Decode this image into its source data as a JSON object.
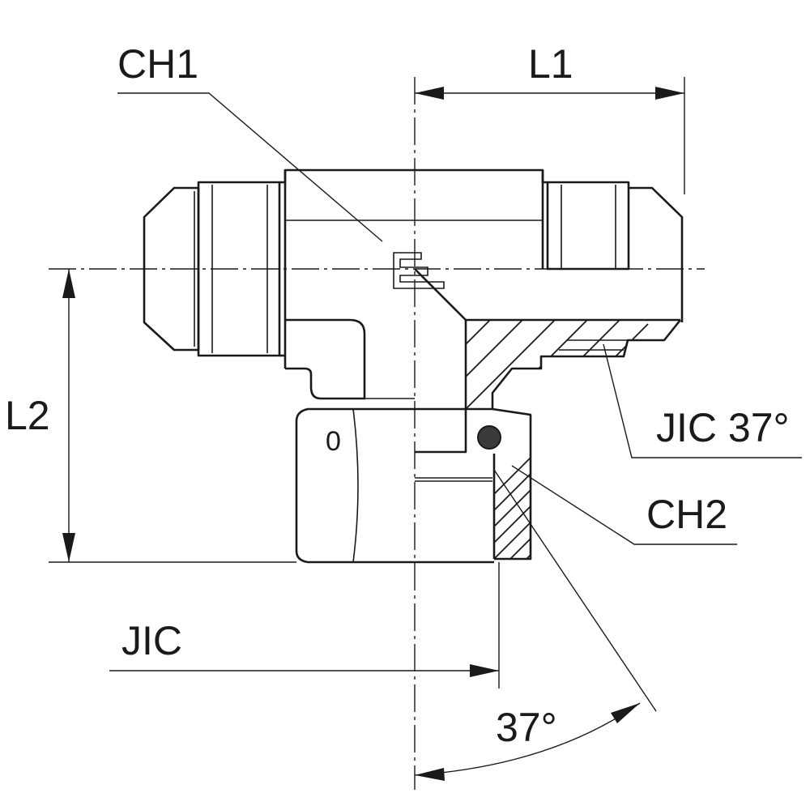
{
  "labels": {
    "ch1": "CH1",
    "l1": "L1",
    "l2": "L2",
    "jic_37": "JIC 37°",
    "ch2": "CH2",
    "jic": "JIC",
    "angle": "37°",
    "nut_mark": "0"
  },
  "colors": {
    "ink": "#1a1a1a",
    "background": "#ffffff"
  }
}
